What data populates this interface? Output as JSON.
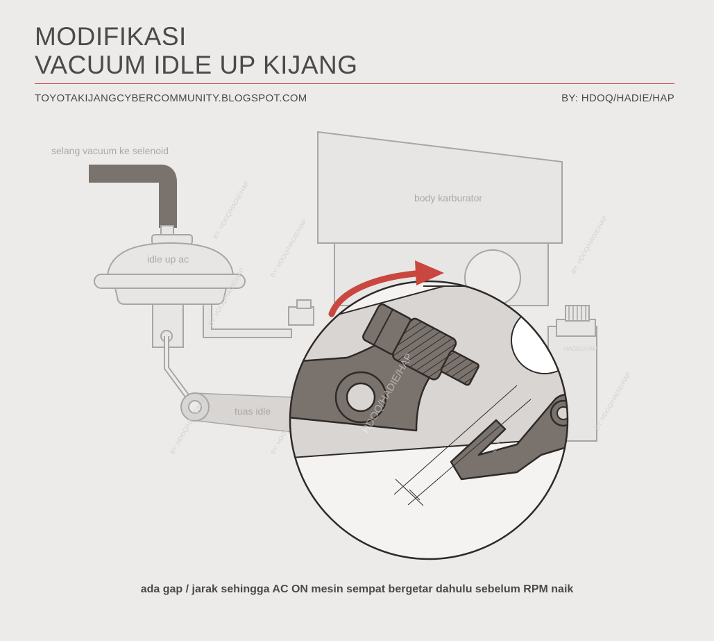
{
  "title": {
    "line1": "MODIFIKASI",
    "line2": "VACUUM IDLE UP KIJANG"
  },
  "source": "TOYOTAKIJANGCYBERCOMMUNITY.BLOGSPOT.COM",
  "author": "BY: HDOQ/HADIE/HAP",
  "labels": {
    "hose": "selang vacuum ke selenoid",
    "carb_body": "body karburator",
    "idle_up": "idle up ac",
    "lever": "tuas idle",
    "plate": "HADIE/HAP"
  },
  "watermark": {
    "text": "BY: HDOQ/HADIE/HAP",
    "zoom_text": "HDOQ/HADIE/HAP",
    "by": "BY:"
  },
  "caption": "ada gap / jarak sehingga AC ON mesin sempat bergetar dahulu sebelum RPM naik",
  "colors": {
    "accent_red": "#c9473f",
    "background": "#ecebe9",
    "dark_part": "#7a726d",
    "light_part": "#e2dfdd",
    "outline": "#a6a6a6"
  }
}
